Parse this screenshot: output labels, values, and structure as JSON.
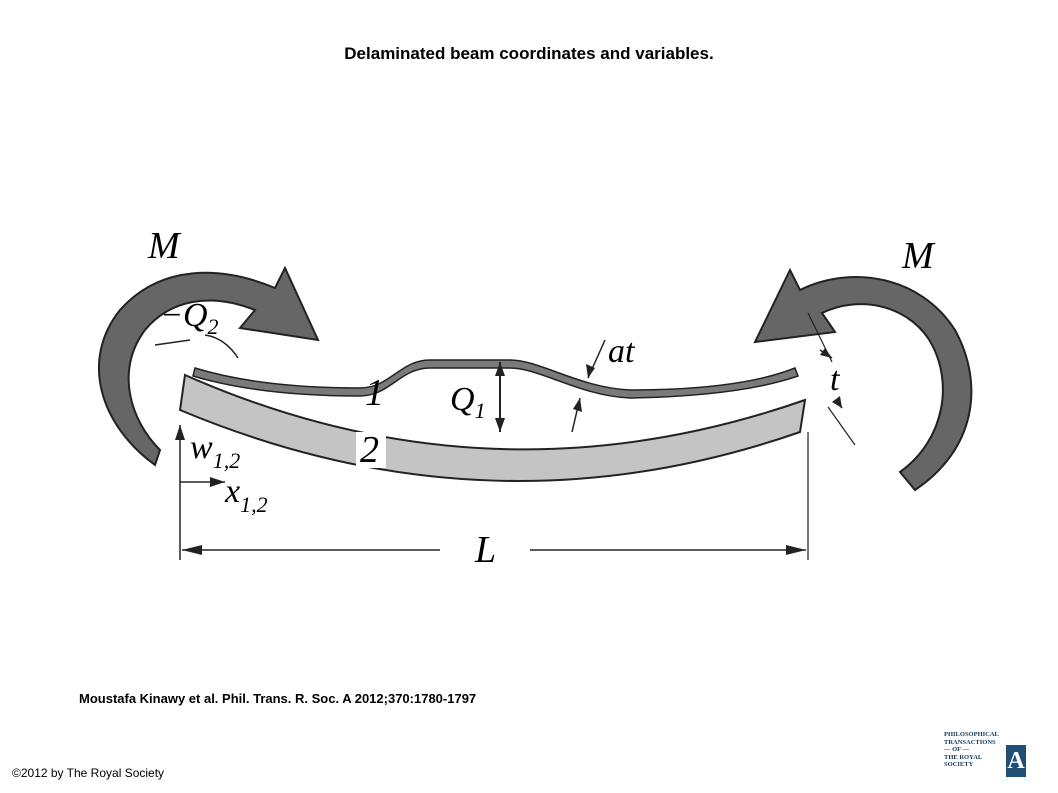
{
  "title": "Delaminated beam coordinates and variables.",
  "citation": "Moustafa Kinawy et al. Phil. Trans. R. Soc. A 2012;370:1780-1797",
  "copyright": "©2012 by The Royal Society",
  "logo": {
    "lines": [
      "PHILOSOPHICAL",
      "TRANSACTIONS",
      "— OF —",
      "THE ROYAL",
      "SOCIETY"
    ],
    "letter": "A"
  },
  "figure": {
    "moment_left": "M",
    "moment_right": "M",
    "angle_left": "−Q",
    "angle_left_sub": "2",
    "angle_mid": "Q",
    "angle_mid_sub": "1",
    "layer_top": "1",
    "layer_bottom": "2",
    "gap": "at",
    "thickness": "t",
    "w_axis": "w",
    "w_axis_sub": "1,2",
    "x_axis": "x",
    "x_axis_sub": "1,2",
    "length": "L",
    "colors": {
      "beam_top": "#7a7a7a",
      "beam_bottom": "#c4c4c4",
      "arrow": "#666666"
    }
  }
}
